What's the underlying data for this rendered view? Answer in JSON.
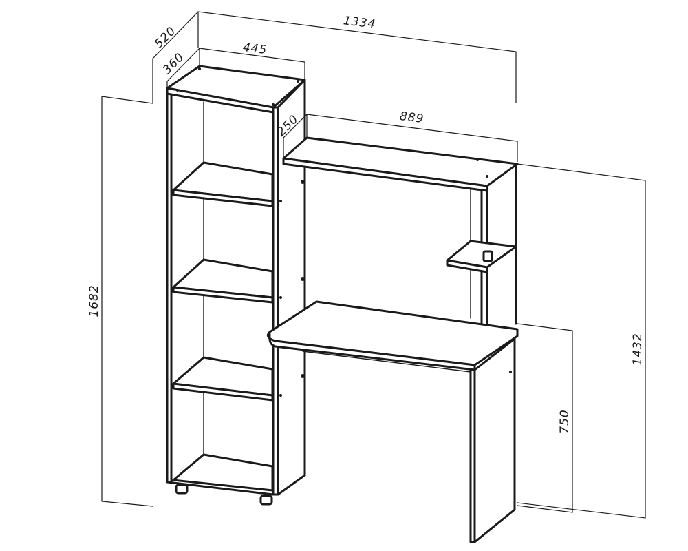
{
  "dimensions": {
    "total_depth": "520",
    "total_width": "1334",
    "bookcase_depth": "360",
    "bookcase_width": "445",
    "hutch_depth": "250",
    "hutch_width": "889",
    "total_height": "1682",
    "hutch_height": "1432",
    "desk_height": "750"
  },
  "colors": {
    "line": "#1a1a1a",
    "background": "#ffffff"
  }
}
